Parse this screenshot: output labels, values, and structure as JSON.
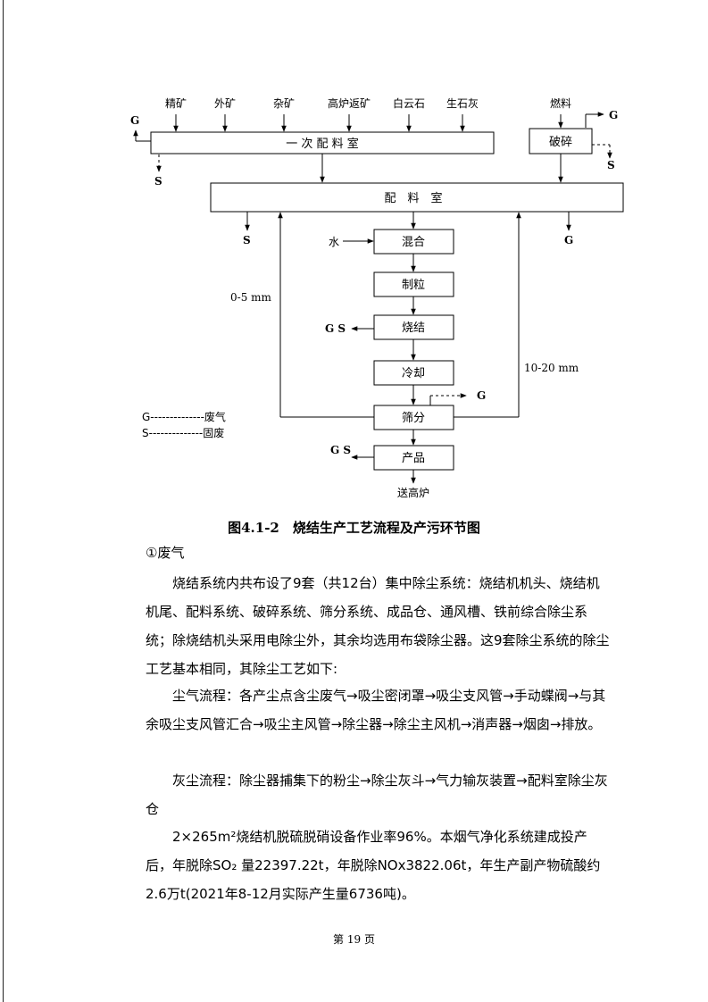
{
  "diagram": {
    "inputs_top": [
      "精矿",
      "外矿",
      "杂矿",
      "高炉返矿",
      "白云石",
      "生石灰"
    ],
    "fuel": "燃料",
    "primary_room": "一 次 配 料 室",
    "crush": "破碎",
    "batch_room": "配　料　室",
    "water": "水",
    "steps": [
      "混合",
      "制粒",
      "烧结",
      "冷却",
      "筛分",
      "产品"
    ],
    "to_furnace": "送高炉",
    "fine_size": "0-5 mm",
    "coarse_size": "10-20 mm",
    "mark_g": "G",
    "mark_s": "S",
    "mark_gs": "G S",
    "legend_g": "G--------------废气",
    "legend_s": "S--------------固废"
  },
  "caption": "图4.1-2　烧结生产工艺流程及产污环节图",
  "section_title": "①废气",
  "paragraphs": [
    "烧结系统内共布设了9套（共12台）集中除尘系统：烧结机机头、烧结机机尾、配料系统、破碎系统、筛分系统、成品仓、通风槽、铁前综合除尘系统；除烧结机头采用电除尘外，其余均选用布袋除尘器。这9套除尘系统的除尘工艺基本相同，其除尘工艺如下:",
    "尘气流程：各产尘点含尘废气→吸尘密闭罩→吸尘支风管→手动蝶阀→与其余吸尘支风管汇合→吸尘主风管→除尘器→除尘主风机→消声器→烟囱→排放。",
    "灰尘流程：除尘器捕集下的粉尘→除尘灰斗→气力输灰装置→配料室除尘灰仓",
    "2×265m²烧结机脱硫脱硝设备作业率96%。本烟气净化系统建成投产后，年脱除SO₂ 量22397.22t，年脱除NOx3822.06t，年生产副产物硫酸约2.6万t(2021年8-12月实际产生量6736吨)。"
  ],
  "footer": "第 19 页"
}
